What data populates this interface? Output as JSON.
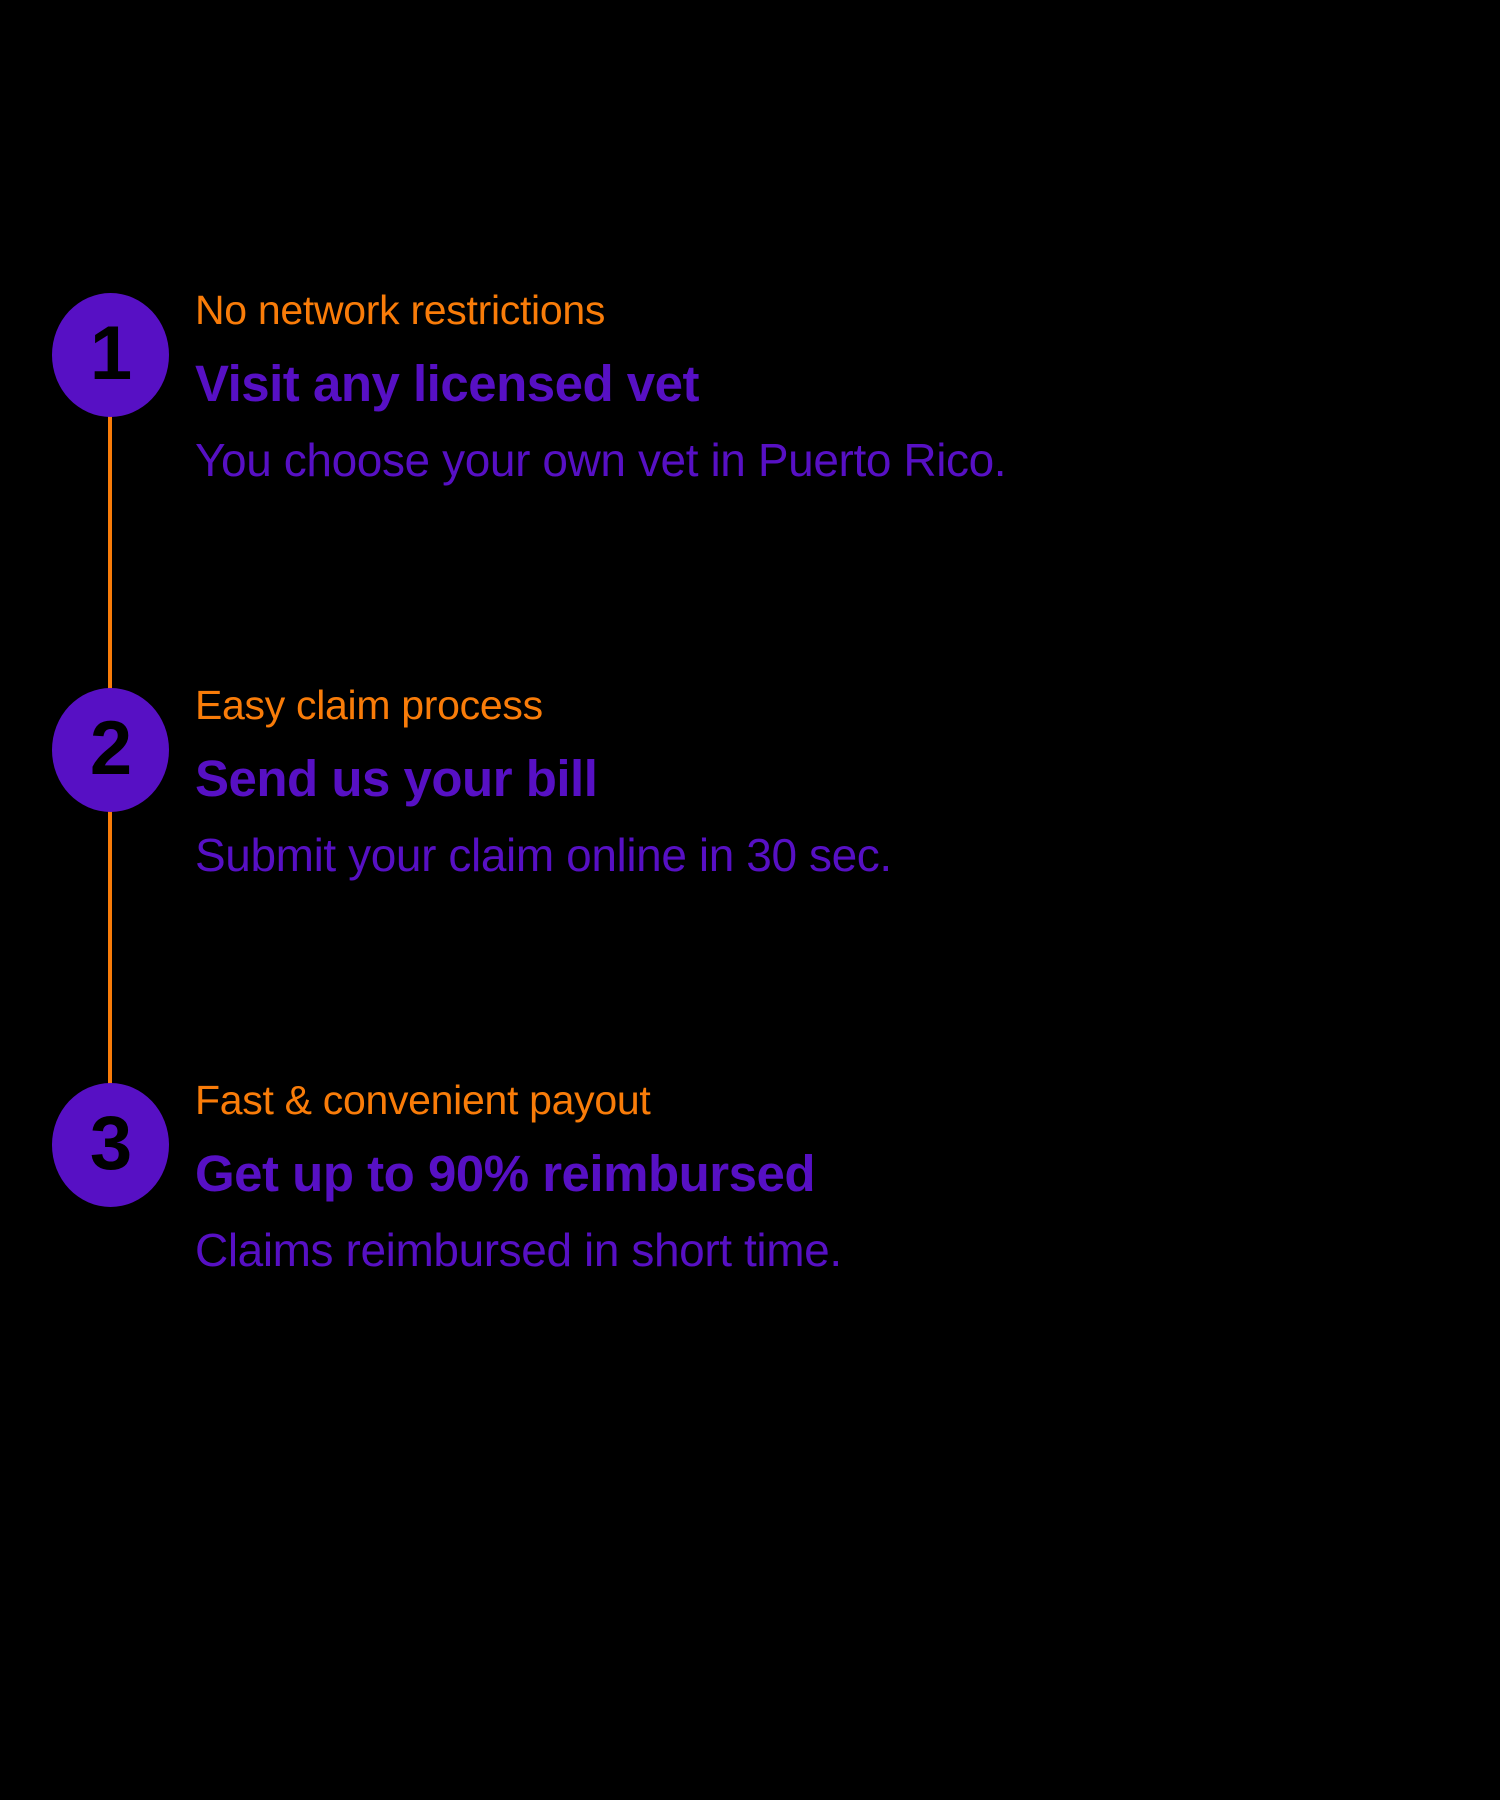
{
  "theme": {
    "background": "#000000",
    "purple": "#5710C4",
    "orange": "#F97C09"
  },
  "steps": [
    {
      "number": "1",
      "eyebrow": "No network restrictions",
      "headline": "Visit any licensed vet",
      "description": "You choose your own vet in Puerto Rico."
    },
    {
      "number": "2",
      "eyebrow": "Easy claim process",
      "headline": "Send us your bill",
      "description": "Submit your claim online in 30 sec."
    },
    {
      "number": "3",
      "eyebrow": "Fast & convenient payout",
      "headline": "Get up to 90% reimbursed",
      "description": "Claims reimbursed in short time."
    }
  ]
}
